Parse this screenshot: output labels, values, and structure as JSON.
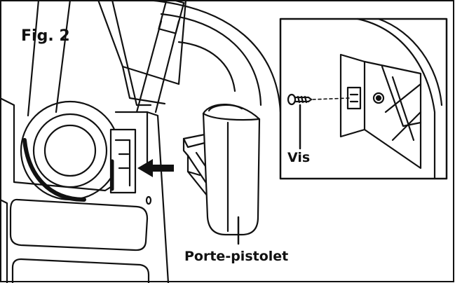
{
  "figure": {
    "label": "Fig. 2"
  },
  "callouts": {
    "screw": "Vis",
    "gun_holder": "Porte-pistolet"
  },
  "colors": {
    "line": "#111111",
    "background": "#ffffff"
  }
}
